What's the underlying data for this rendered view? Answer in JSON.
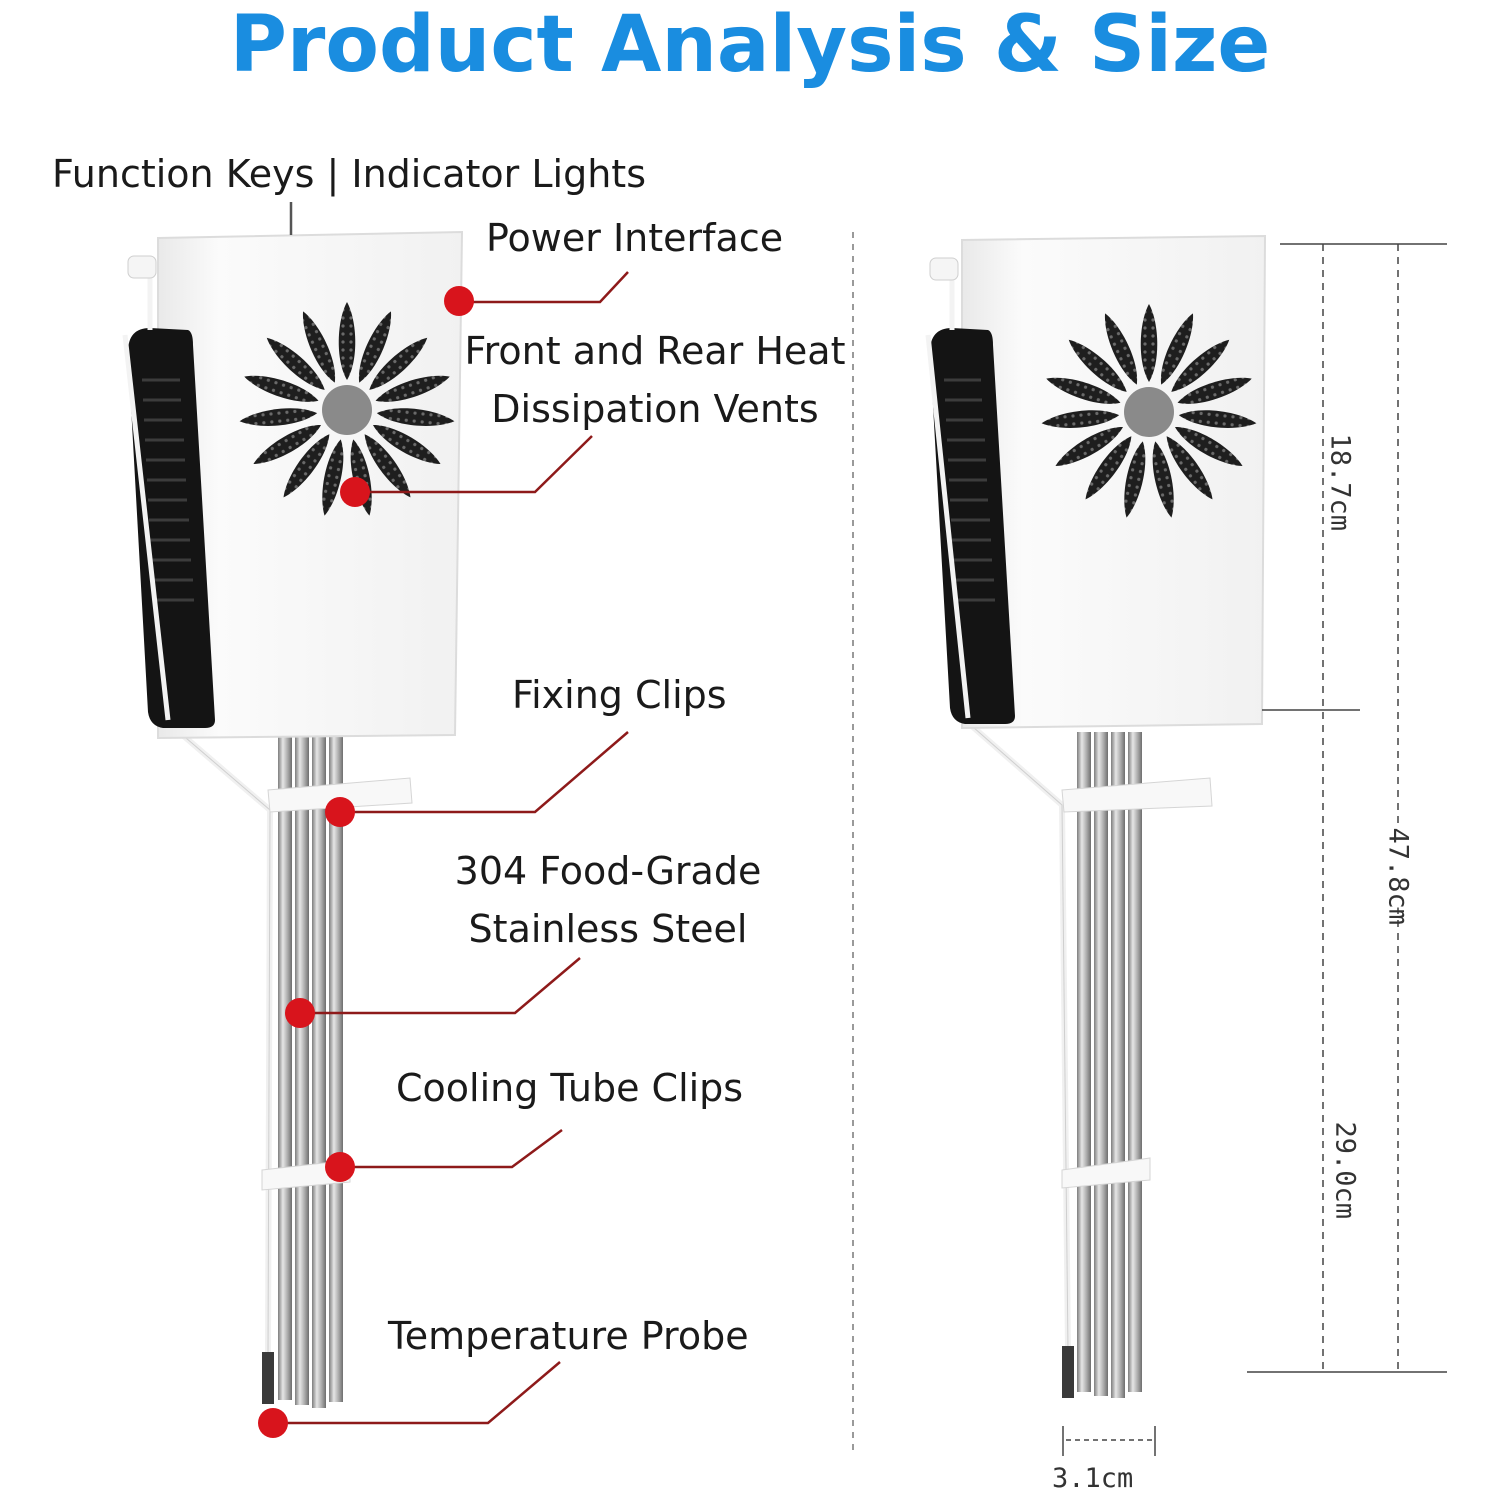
{
  "title": "Product Analysis & Size",
  "colors": {
    "title": "#1a8de0",
    "callout_dot": "#d8141c",
    "callout_line": "#8e1a1a",
    "housing": "#f4f4f4",
    "grip": "#111111",
    "vent_gray": "#8a8a8a",
    "tube": "#b9b9b9"
  },
  "callouts": {
    "function_keys": "Function Keys | Indicator Lights",
    "power_interface": "Power Interface",
    "vents_line1": "Front and Rear Heat",
    "vents_line2": "Dissipation Vents",
    "fixing_clips": "Fixing Clips",
    "steel_line1": "304 Food-Grade",
    "steel_line2": "Stainless Steel",
    "cooling_clips": "Cooling Tube Clips",
    "probe": "Temperature Probe"
  },
  "dimensions": {
    "housing_height": "18.7cm",
    "total_height": "47.8cm",
    "tube_length": "29.0cm",
    "width": "3.1cm"
  }
}
